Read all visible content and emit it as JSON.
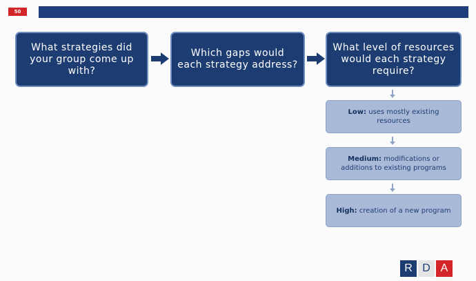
{
  "slide_number": "50",
  "questions": [
    "What strategies did your group come up with?",
    "Which gaps would each strategy address?",
    "What level of resources would each strategy require?"
  ],
  "levels": [
    {
      "term": "Low:",
      "text": " uses mostly existing resources"
    },
    {
      "term": "Medium:",
      "text": " modifications or additions to existing programs"
    },
    {
      "term": "High:",
      "text": " creation of a new program"
    }
  ],
  "logo": {
    "letters": [
      "R",
      "D",
      "A"
    ]
  },
  "colors": {
    "bar": "#1f3f7a",
    "question_box": "#1d3c72",
    "level_box": "#a9bad8",
    "slide_badge": "#d2262b",
    "logo_r": "#1d3c72",
    "logo_d": "#e5e5e5",
    "logo_a": "#d2262b"
  }
}
